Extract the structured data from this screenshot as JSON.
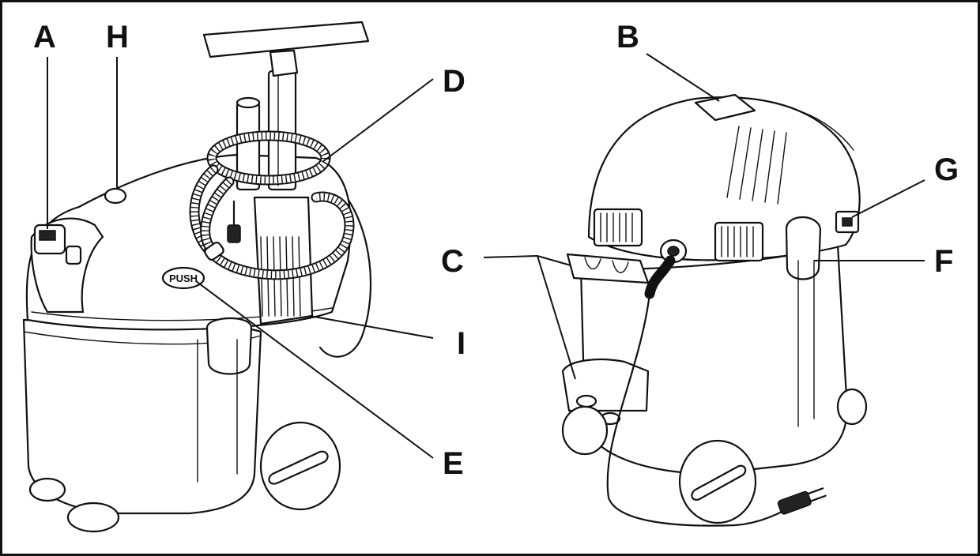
{
  "labels": {
    "A": "A",
    "B": "B",
    "C": "C",
    "D": "D",
    "E": "E",
    "F": "F",
    "G": "G",
    "H": "H",
    "I": "I"
  },
  "button_text": "PUSH",
  "colors": {
    "ink": "#111111",
    "background": "#ffffff"
  }
}
